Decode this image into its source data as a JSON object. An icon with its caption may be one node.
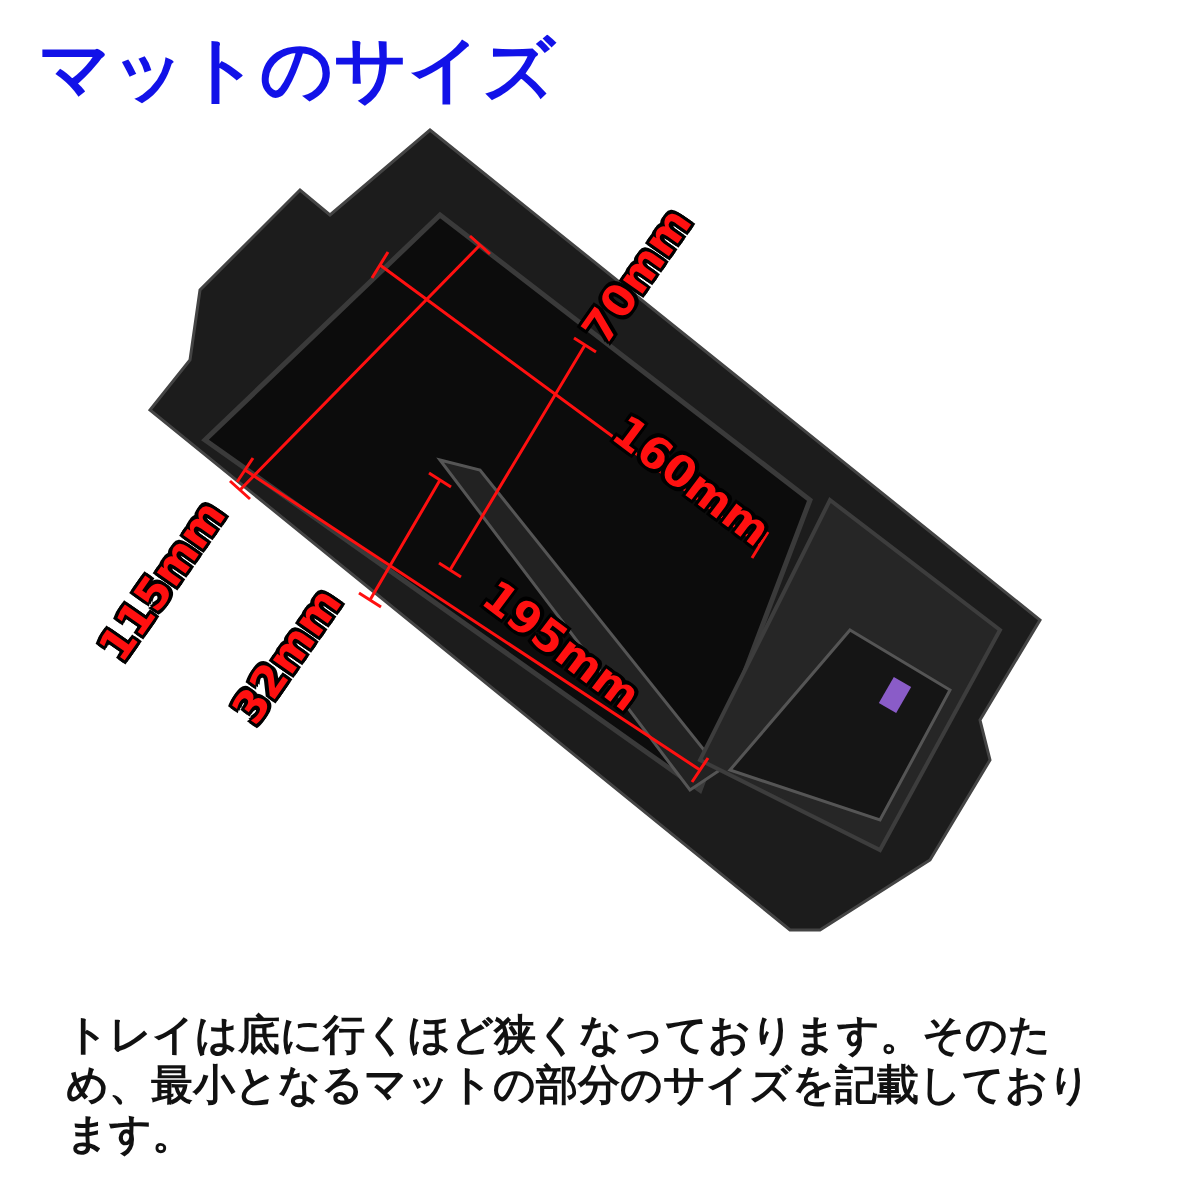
{
  "diagram": {
    "title": "マットのサイズ",
    "labels": [
      "70mm",
      "160mm",
      "115mm",
      "32mm",
      "195mm"
    ],
    "caption": "トレイは底に行くほど狭くなっております。そのため、最小となるマットの部分のサイズを記載しております。"
  }
}
